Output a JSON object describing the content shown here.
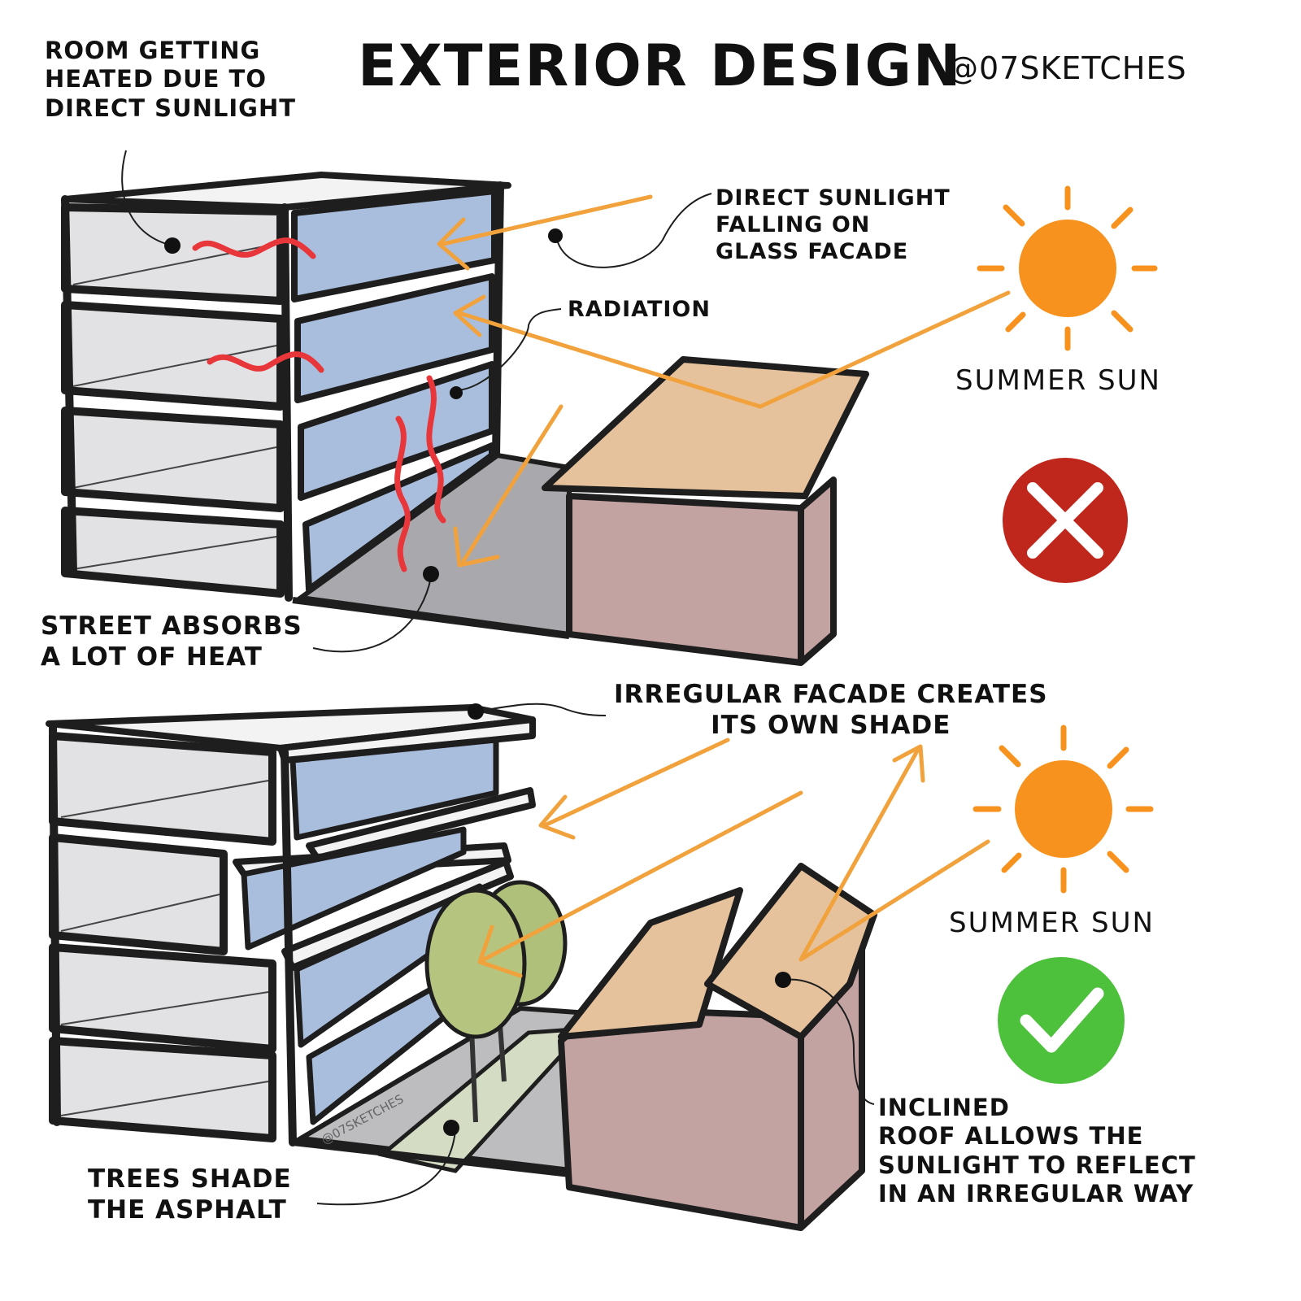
{
  "header": {
    "title": "EXTERIOR DESIGN",
    "handle": "@07SKETCHES"
  },
  "top_panel": {
    "room_heated_label": [
      "ROOM GETTING",
      "HEATED DUE TO",
      "DIRECT SUNLIGHT"
    ],
    "direct_sunlight_label": [
      "DIRECT SUNLIGHT",
      "FALLING ON",
      "GLASS FACADE"
    ],
    "radiation_label": "RADIATION",
    "sun_label": "SUMMER SUN",
    "street_label": [
      "STREET ABSORBS",
      "A LOT OF HEAT"
    ],
    "verdict": "wrong",
    "verdict_icon": "x-mark-icon",
    "verdict_color": "#C0271C"
  },
  "bottom_panel": {
    "irregular_facade_label": [
      "IRREGULAR FACADE CREATES",
      "ITS OWN SHADE"
    ],
    "sun_label": "SUMMER SUN",
    "trees_label": [
      "TREES SHADE",
      "THE ASPHALT"
    ],
    "inclined_roof_label": [
      "INCLINED",
      "ROOF ALLOWS THE",
      "SUNLIGHT TO REFLECT",
      "IN AN IRREGULAR WAY"
    ],
    "watermark": "@07SKETCHES",
    "verdict": "correct",
    "verdict_icon": "check-mark-icon",
    "verdict_color": "#4DC03C"
  },
  "colors": {
    "sun": "#F7921E",
    "sun_arrow": "#F2A23C",
    "heat_wave": "#E8373A",
    "glass": "#A9BEDD",
    "frame": "#1E1E1E",
    "room_panel": "#E2E2E4",
    "roof": "#E5C29C",
    "wall": "#C2A3A1",
    "street": "#A9A9AD",
    "tree": "#AFC07A"
  }
}
